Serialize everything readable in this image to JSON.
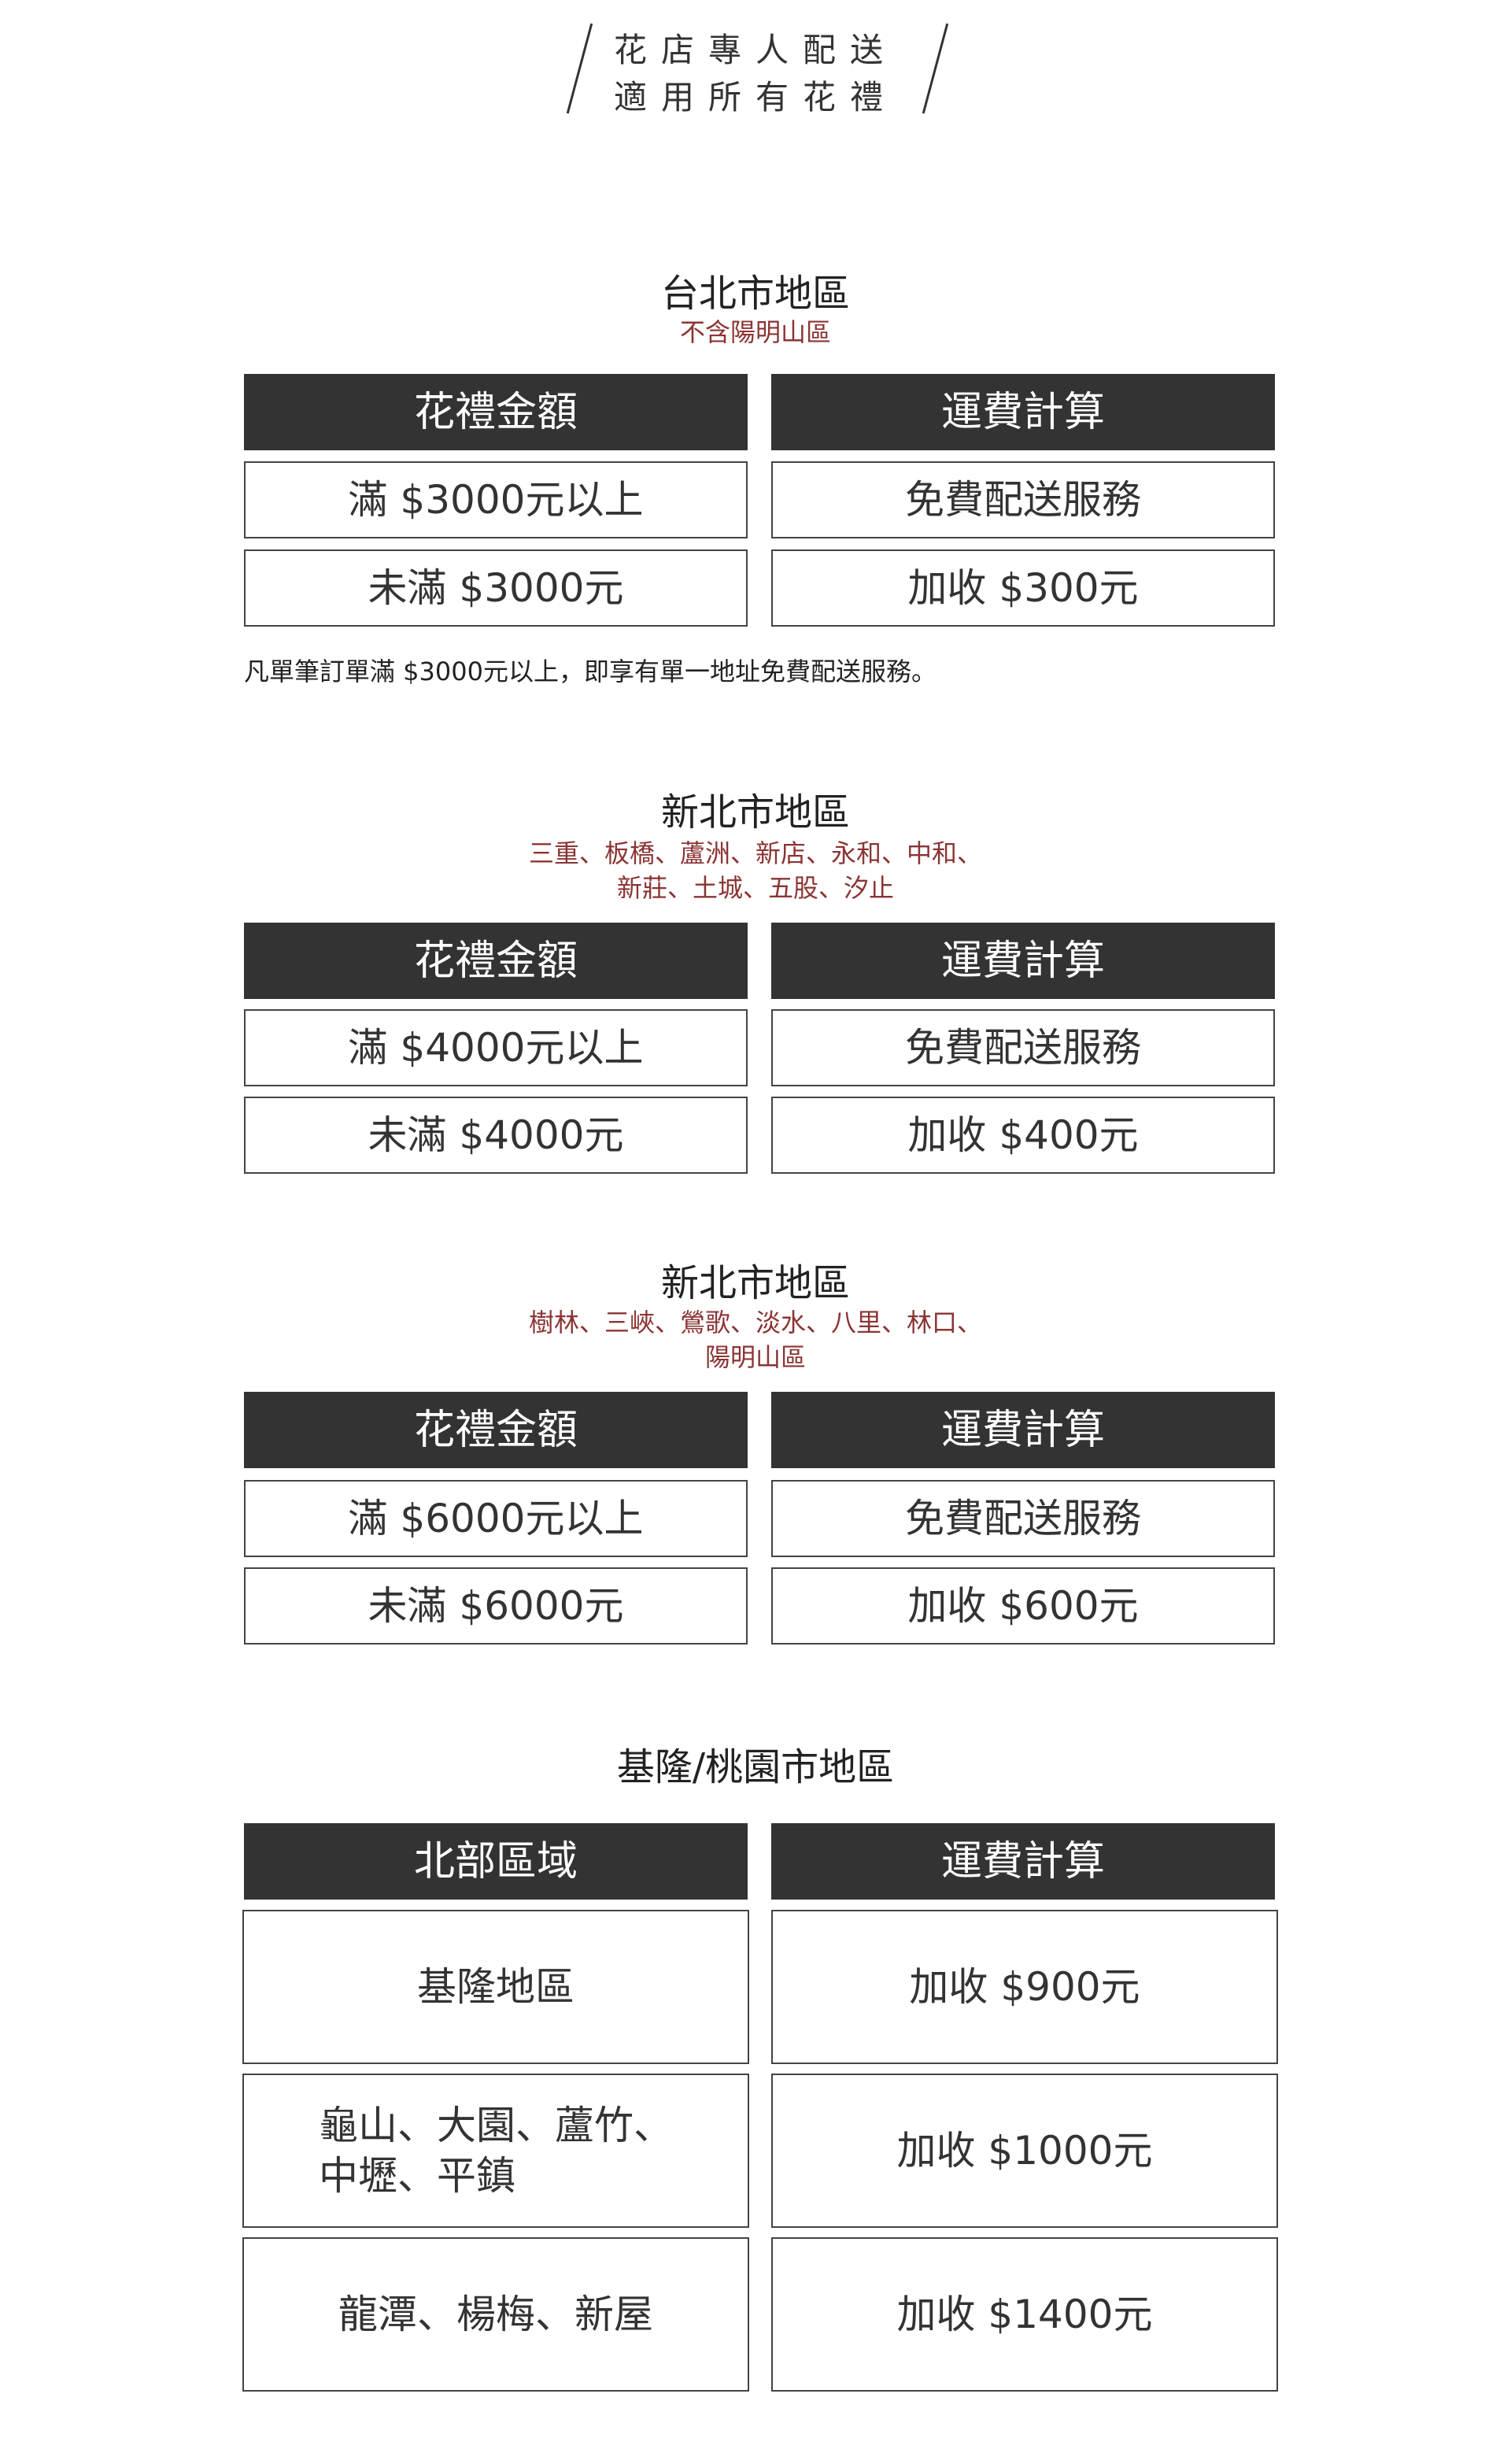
{
  "banner": {
    "line1": "花店專人配送",
    "line2": "適用所有花禮"
  },
  "taipei": {
    "title": "台北市地區",
    "subtitle": "不含陽明山區",
    "head_left": "花禮金額",
    "head_right": "運費計算",
    "rows": [
      {
        "amount": "滿 $3000元以上",
        "fee": "免費配送服務"
      },
      {
        "amount": "未滿 $3000元",
        "fee": "加收 $300元"
      }
    ],
    "note": "凡單筆訂單滿 $3000元以上，即享有單一地址免費配送服務。"
  },
  "newtaipei1": {
    "title": "新北市地區",
    "subtitle_line1": "三重、板橋、蘆洲、新店、永和、中和、",
    "subtitle_line2": "新莊、土城、五股、汐止",
    "head_left": "花禮金額",
    "head_right": "運費計算",
    "rows": [
      {
        "amount": "滿 $4000元以上",
        "fee": "免費配送服務"
      },
      {
        "amount": "未滿 $4000元",
        "fee": "加收 $400元"
      }
    ]
  },
  "newtaipei2": {
    "title": "新北市地區",
    "subtitle_line1": "樹林、三峽、鶯歌、淡水、八里、林口、",
    "subtitle_line2": "陽明山區",
    "head_left": "花禮金額",
    "head_right": "運費計算",
    "rows": [
      {
        "amount": "滿 $6000元以上",
        "fee": "免費配送服務"
      },
      {
        "amount": "未滿 $6000元",
        "fee": "加收 $600元"
      }
    ]
  },
  "north": {
    "title": "基隆/桃園市地區",
    "head_left": "北部區域",
    "head_right": "運費計算",
    "rows": [
      {
        "area_line1": "基隆地區",
        "area_line2": "",
        "fee": "加收 $900元"
      },
      {
        "area_line1": "龜山、大園、蘆竹、",
        "area_line2": "中壢、平鎮",
        "fee": "加收 $1000元"
      },
      {
        "area_line1": "龍潭、楊梅、新屋",
        "area_line2": "",
        "fee": "加收 $1400元"
      }
    ]
  },
  "colors": {
    "header_bg": "#333333",
    "subtitle": "#8b3434",
    "border": "#444444"
  }
}
